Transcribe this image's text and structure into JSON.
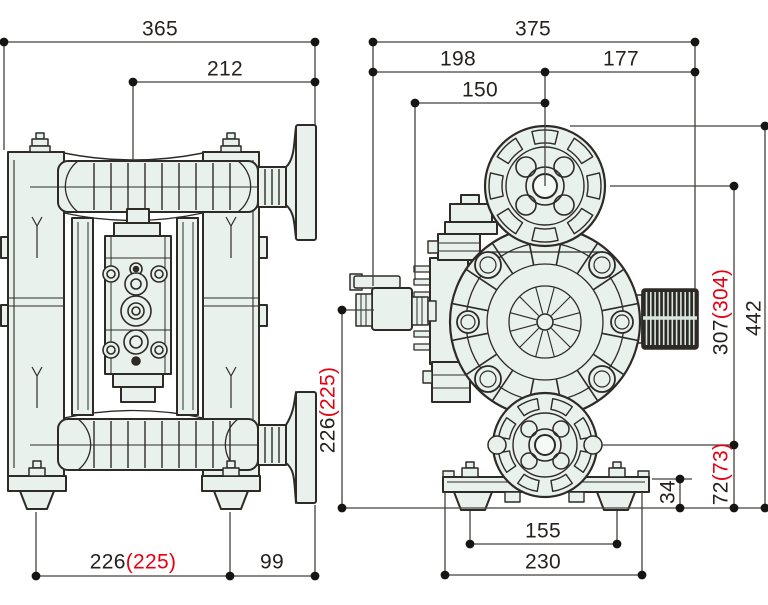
{
  "colors": {
    "dimension_text": "#25211e",
    "alternate_value_red": "#e60012",
    "linework": "#2e2b27",
    "body_fill": "#e9f1ec"
  },
  "dimensions": {
    "front": {
      "overall_width": {
        "value": "365"
      },
      "center_to_flange": {
        "value": "212"
      },
      "foot_pitch": {
        "value": "226",
        "alt": "(225)"
      },
      "foot_to_flange": {
        "value": "99"
      }
    },
    "side": {
      "overall_width": {
        "value": "375"
      },
      "left_to_port_center": {
        "value": "198"
      },
      "port_center_to_right": {
        "value": "177"
      },
      "muffler_to_port_center": {
        "value": "150"
      },
      "overall_height": {
        "value": "442"
      },
      "port_to_port_height": {
        "value": "307",
        "alt": "(304)"
      },
      "air_valve_height": {
        "value": "226",
        "alt": "(225)"
      },
      "lower_port_height": {
        "value": "72",
        "alt": "(73)"
      },
      "base_height": {
        "value": "34"
      },
      "foot_pitch": {
        "value": "155"
      },
      "base_width": {
        "value": "230"
      }
    }
  }
}
